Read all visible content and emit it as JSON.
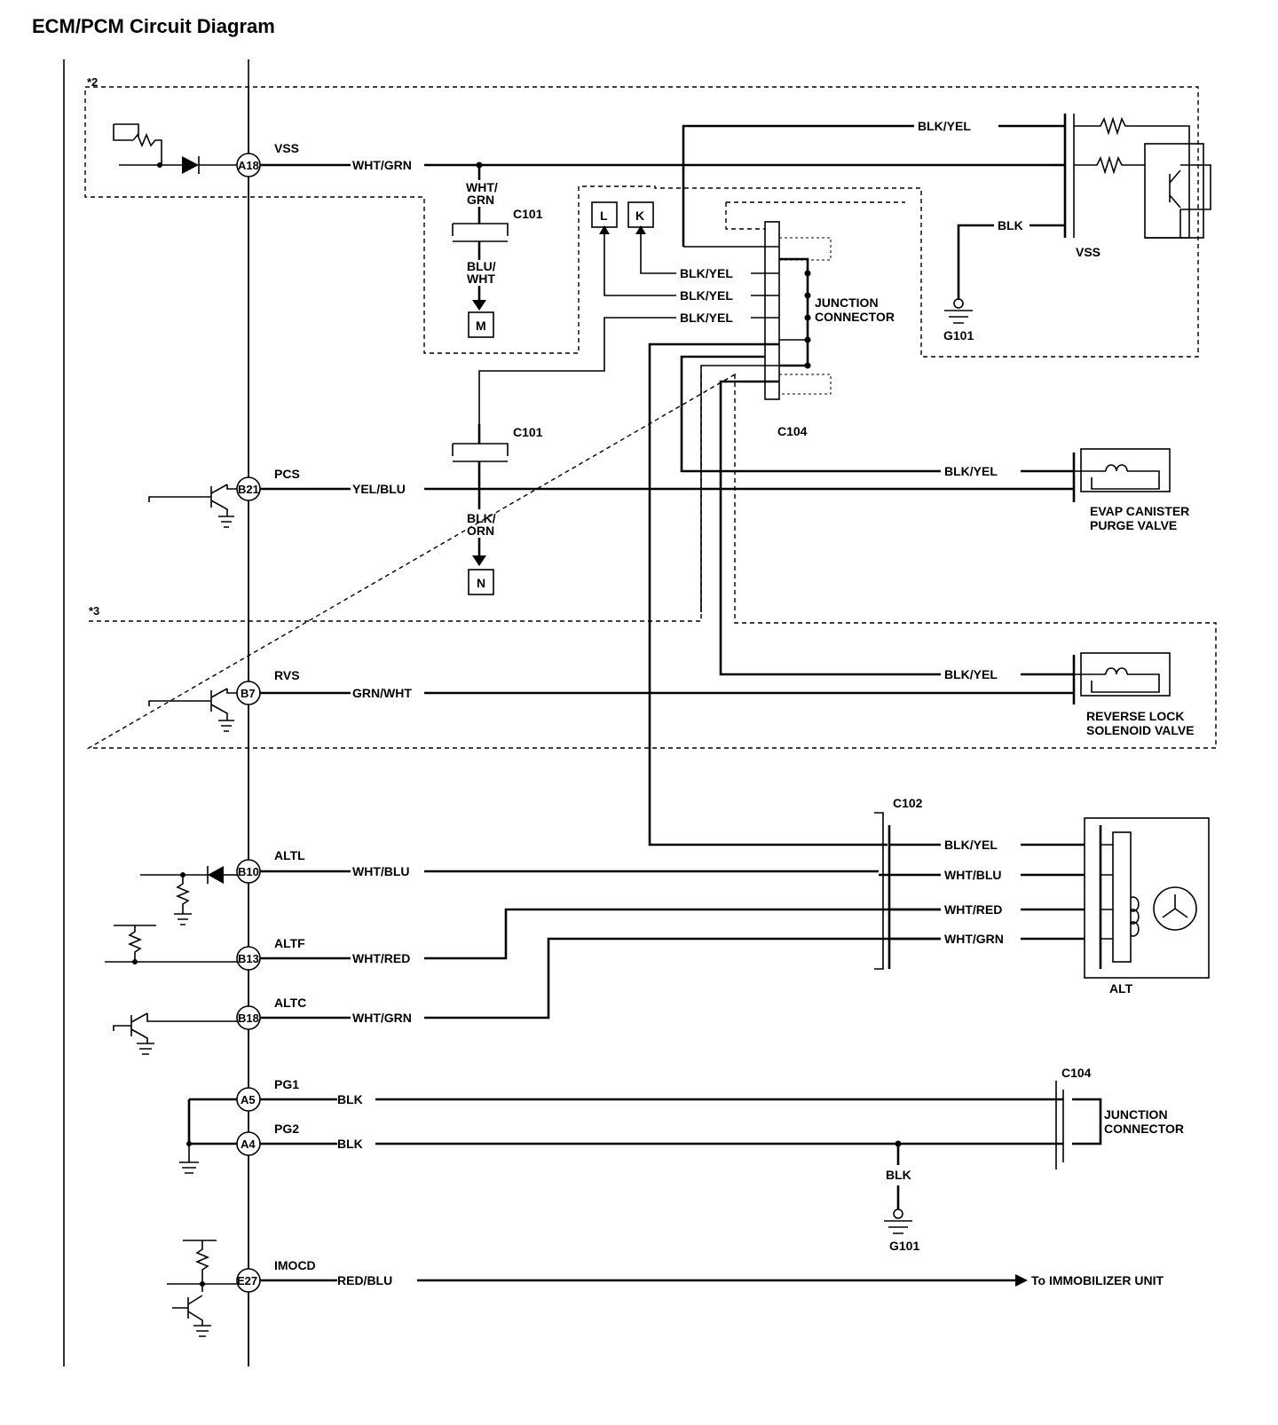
{
  "title": "ECM/PCM Circuit Diagram",
  "notes": {
    "n2": "*2",
    "n3": "*3"
  },
  "pins": [
    {
      "pin": "A18",
      "signal": "VSS",
      "wire": "WHT/GRN"
    },
    {
      "pin": "B21",
      "signal": "PCS",
      "wire": "YEL/BLU"
    },
    {
      "pin": "B7",
      "signal": "RVS",
      "wire": "GRN/WHT"
    },
    {
      "pin": "B10",
      "signal": "ALTL",
      "wire": "WHT/BLU"
    },
    {
      "pin": "B13",
      "signal": "ALTF",
      "wire": "WHT/RED"
    },
    {
      "pin": "B18",
      "signal": "ALTC",
      "wire": "WHT/GRN"
    },
    {
      "pin": "A5",
      "signal": "PG1",
      "wire": "BLK"
    },
    {
      "pin": "A4",
      "signal": "PG2",
      "wire": "BLK"
    },
    {
      "pin": "E27",
      "signal": "IMOCD",
      "wire": "RED/BLU"
    }
  ],
  "connectors": {
    "c101": "C101",
    "c104": "C104",
    "c102": "C102"
  },
  "terminals": {
    "l": "L",
    "k": "K",
    "m": "M",
    "n": "N"
  },
  "wires": {
    "wht_grn_split": "WHT/",
    "grn_split": "GRN",
    "blu_split": "BLU/",
    "wht_split": "WHT",
    "blk_split": "BLK/",
    "orn_split": "ORN",
    "blk_yel": "BLK/YEL",
    "blk": "BLK",
    "wht_blu": "WHT/BLU",
    "wht_red": "WHT/RED",
    "wht_grn": "WHT/GRN"
  },
  "components": {
    "junction_connector_1": "JUNCTION",
    "junction_connector_2": "CONNECTOR",
    "vss": "VSS",
    "g101": "G101",
    "evap_1": "EVAP CANISTER",
    "evap_2": "PURGE VALVE",
    "rev_1": "REVERSE LOCK",
    "rev_2": "SOLENOID VALVE",
    "alt": "ALT",
    "immobilizer": "To IMMOBILIZER UNIT"
  }
}
